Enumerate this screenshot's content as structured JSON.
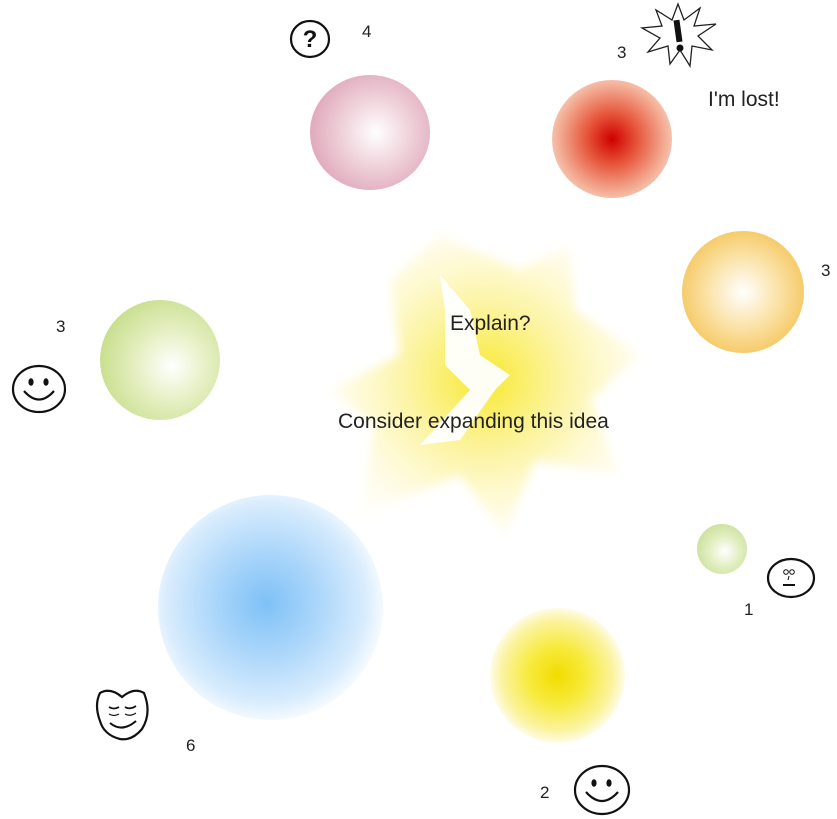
{
  "labels": {
    "explain": "Explain?",
    "consider": "Consider expanding this idea",
    "lost": "I'm lost!"
  },
  "counts": {
    "question": "4",
    "exclaim": "3",
    "orange": "3",
    "smile_left": "3",
    "neutral_face": "1",
    "content_face": "6",
    "smile_bottom": "2"
  },
  "icons": [
    "question-icon",
    "exclamation-burst-icon",
    "smiley-icon",
    "neutral-face-icon",
    "content-face-icon"
  ],
  "colors": {
    "pink": "#d98aa6",
    "red": "#d80000",
    "orange": "#f3b93c",
    "green": "#b8d46a",
    "blue": "#8cc8f8",
    "yellow": "#f4e600",
    "star": "#fbef88"
  }
}
